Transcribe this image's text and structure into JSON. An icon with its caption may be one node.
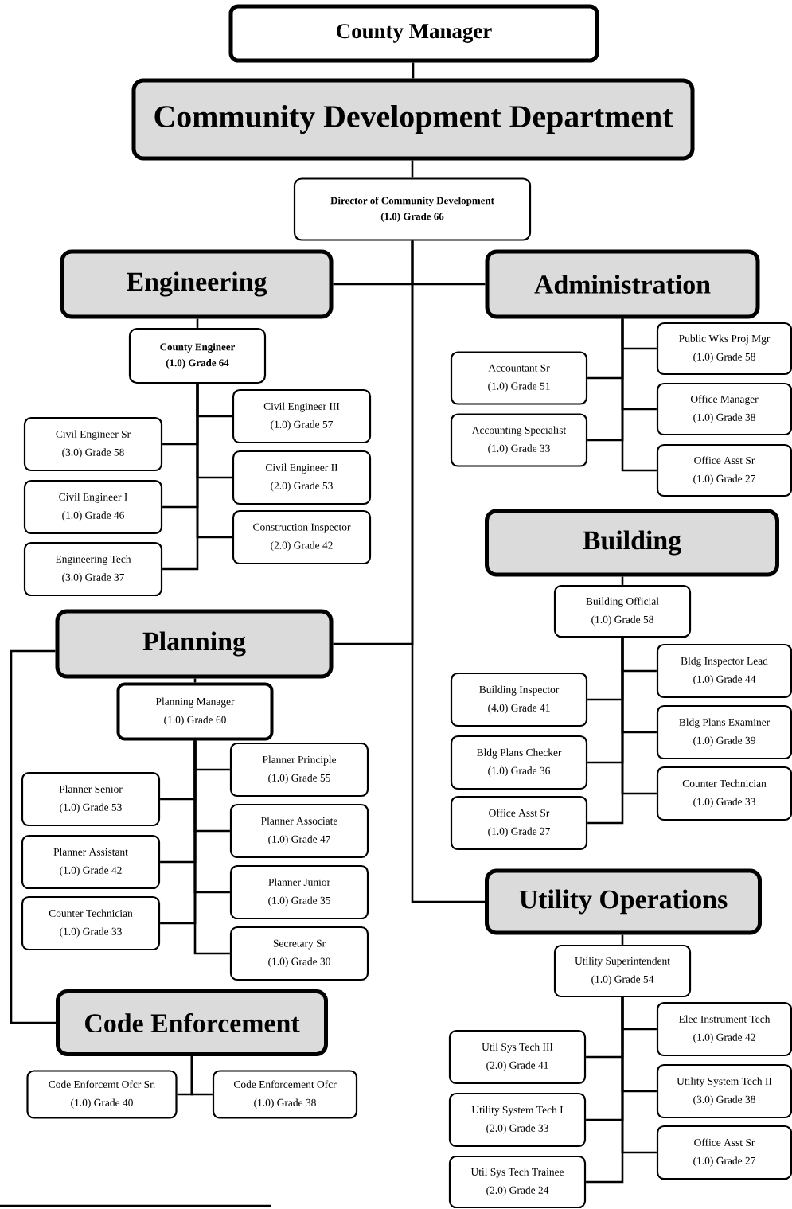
{
  "diagram": {
    "nodes": [
      {
        "text": [
          "County Manager"
        ]
      },
      {
        "text": [
          "Community Development Department"
        ]
      },
      {
        "text": [
          "Director of Community Development",
          "(1.0) Grade 66"
        ]
      },
      {
        "text": [
          "Engineering"
        ]
      },
      {
        "text": [
          "Administration"
        ]
      },
      {
        "text": [
          "County Engineer",
          "(1.0) Grade 64"
        ]
      },
      {
        "text": [
          "Civil Engineer III",
          "(1.0) Grade 57"
        ]
      },
      {
        "text": [
          "Civil Engineer Sr",
          "(3.0) Grade 58"
        ]
      },
      {
        "text": [
          "Civil Engineer II",
          "(2.0) Grade 53"
        ]
      },
      {
        "text": [
          "Civil Engineer I",
          "(1.0) Grade 46"
        ]
      },
      {
        "text": [
          "Construction Inspector",
          "(2.0) Grade 42"
        ]
      },
      {
        "text": [
          "Engineering Tech",
          "(3.0) Grade 37"
        ]
      },
      {
        "text": [
          "Public Wks Proj Mgr",
          "(1.0) Grade 58"
        ]
      },
      {
        "text": [
          "Accountant Sr",
          "(1.0) Grade 51"
        ]
      },
      {
        "text": [
          "Office Manager",
          "(1.0) Grade 38"
        ]
      },
      {
        "text": [
          "Accounting Specialist",
          "(1.0) Grade 33"
        ]
      },
      {
        "text": [
          "Office Asst Sr",
          "(1.0) Grade 27"
        ]
      },
      {
        "text": [
          "Building"
        ]
      },
      {
        "text": [
          "Building Official",
          "(1.0) Grade 58"
        ]
      },
      {
        "text": [
          "Bldg Inspector Lead",
          "(1.0) Grade 44"
        ]
      },
      {
        "text": [
          "Building Inspector",
          "(4.0) Grade 41"
        ]
      },
      {
        "text": [
          "Bldg Plans Examiner",
          "(1.0) Grade 39"
        ]
      },
      {
        "text": [
          "Bldg Plans Checker",
          "(1.0) Grade 36"
        ]
      },
      {
        "text": [
          "Counter Technician",
          "(1.0) Grade 33"
        ]
      },
      {
        "text": [
          "Office Asst Sr",
          "(1.0) Grade 27"
        ]
      },
      {
        "text": [
          "Planning"
        ]
      },
      {
        "text": [
          "Planning Manager",
          "(1.0) Grade 60"
        ]
      },
      {
        "text": [
          "Planner Principle",
          "(1.0) Grade 55"
        ]
      },
      {
        "text": [
          "Planner Senior",
          "(1.0) Grade 53"
        ]
      },
      {
        "text": [
          "Planner Associate",
          "(1.0) Grade 47"
        ]
      },
      {
        "text": [
          "Planner Assistant",
          "(1.0) Grade 42"
        ]
      },
      {
        "text": [
          "Planner Junior",
          "(1.0) Grade 35"
        ]
      },
      {
        "text": [
          "Counter Technician",
          "(1.0) Grade 33"
        ]
      },
      {
        "text": [
          "Secretary Sr",
          "(1.0) Grade 30"
        ]
      },
      {
        "text": [
          "Code Enforcement"
        ]
      },
      {
        "text": [
          "Code Enforcemt Ofcr Sr.",
          "(1.0) Grade 40"
        ]
      },
      {
        "text": [
          "Code Enforcement Ofcr",
          "(1.0) Grade 38"
        ]
      },
      {
        "text": [
          "Utility Operations"
        ]
      },
      {
        "text": [
          "Utility Superintendent",
          "(1.0) Grade 54"
        ]
      },
      {
        "text": [
          "Elec Instrument Tech",
          "(1.0) Grade 42"
        ]
      },
      {
        "text": [
          "Util Sys Tech III",
          "(2.0) Grade 41"
        ]
      },
      {
        "text": [
          "Utility System Tech II",
          "(3.0) Grade 38"
        ]
      },
      {
        "text": [
          "Utility System Tech I",
          "(2.0) Grade 33"
        ]
      },
      {
        "text": [
          "Office Asst Sr",
          "(1.0) Grade 27"
        ]
      },
      {
        "text": [
          "Util Sys Tech Trainee",
          "(2.0) Grade 24"
        ]
      }
    ],
    "edges": [
      {
        "from": 0,
        "to": 1,
        "arrow": "none"
      },
      {
        "from": 1,
        "to": 2,
        "arrow": "none"
      },
      {
        "from": 2,
        "to": 3,
        "arrow": "none"
      },
      {
        "from": 2,
        "to": 4,
        "arrow": "none"
      },
      {
        "from": 2,
        "to": 25,
        "arrow": "none"
      },
      {
        "from": 2,
        "to": 37,
        "arrow": "none"
      },
      {
        "from": 3,
        "to": 5,
        "arrow": "none"
      },
      {
        "from": 5,
        "to": 6,
        "arrow": "none"
      },
      {
        "from": 5,
        "to": 7,
        "arrow": "none"
      },
      {
        "from": 5,
        "to": 8,
        "arrow": "none"
      },
      {
        "from": 5,
        "to": 9,
        "arrow": "none"
      },
      {
        "from": 5,
        "to": 10,
        "arrow": "none"
      },
      {
        "from": 5,
        "to": 11,
        "arrow": "none"
      },
      {
        "from": 4,
        "to": 12,
        "arrow": "none"
      },
      {
        "from": 4,
        "to": 13,
        "arrow": "none"
      },
      {
        "from": 4,
        "to": 14,
        "arrow": "none"
      },
      {
        "from": 4,
        "to": 15,
        "arrow": "none"
      },
      {
        "from": 4,
        "to": 16,
        "arrow": "none"
      },
      {
        "from": 17,
        "to": 18,
        "arrow": "none"
      },
      {
        "from": 18,
        "to": 19,
        "arrow": "none"
      },
      {
        "from": 18,
        "to": 20,
        "arrow": "none"
      },
      {
        "from": 18,
        "to": 21,
        "arrow": "none"
      },
      {
        "from": 18,
        "to": 22,
        "arrow": "none"
      },
      {
        "from": 18,
        "to": 23,
        "arrow": "none"
      },
      {
        "from": 18,
        "to": 24,
        "arrow": "none"
      },
      {
        "from": 25,
        "to": 26,
        "arrow": "none"
      },
      {
        "from": 26,
        "to": 27,
        "arrow": "none"
      },
      {
        "from": 26,
        "to": 28,
        "arrow": "none"
      },
      {
        "from": 26,
        "to": 29,
        "arrow": "none"
      },
      {
        "from": 26,
        "to": 30,
        "arrow": "none"
      },
      {
        "from": 26,
        "to": 31,
        "arrow": "none"
      },
      {
        "from": 26,
        "to": 32,
        "arrow": "none"
      },
      {
        "from": 26,
        "to": 33,
        "arrow": "none"
      },
      {
        "from": 25,
        "to": 34,
        "arrow": "none"
      },
      {
        "from": 34,
        "to": 35,
        "arrow": "none"
      },
      {
        "from": 34,
        "to": 36,
        "arrow": "none"
      },
      {
        "from": 37,
        "to": 38,
        "arrow": "none"
      },
      {
        "from": 38,
        "to": 39,
        "arrow": "none"
      },
      {
        "from": 38,
        "to": 40,
        "arrow": "none"
      },
      {
        "from": 38,
        "to": 41,
        "arrow": "none"
      },
      {
        "from": 38,
        "to": 42,
        "arrow": "none"
      },
      {
        "from": 38,
        "to": 43,
        "arrow": "none"
      },
      {
        "from": 38,
        "to": 44,
        "arrow": "none"
      }
    ]
  }
}
